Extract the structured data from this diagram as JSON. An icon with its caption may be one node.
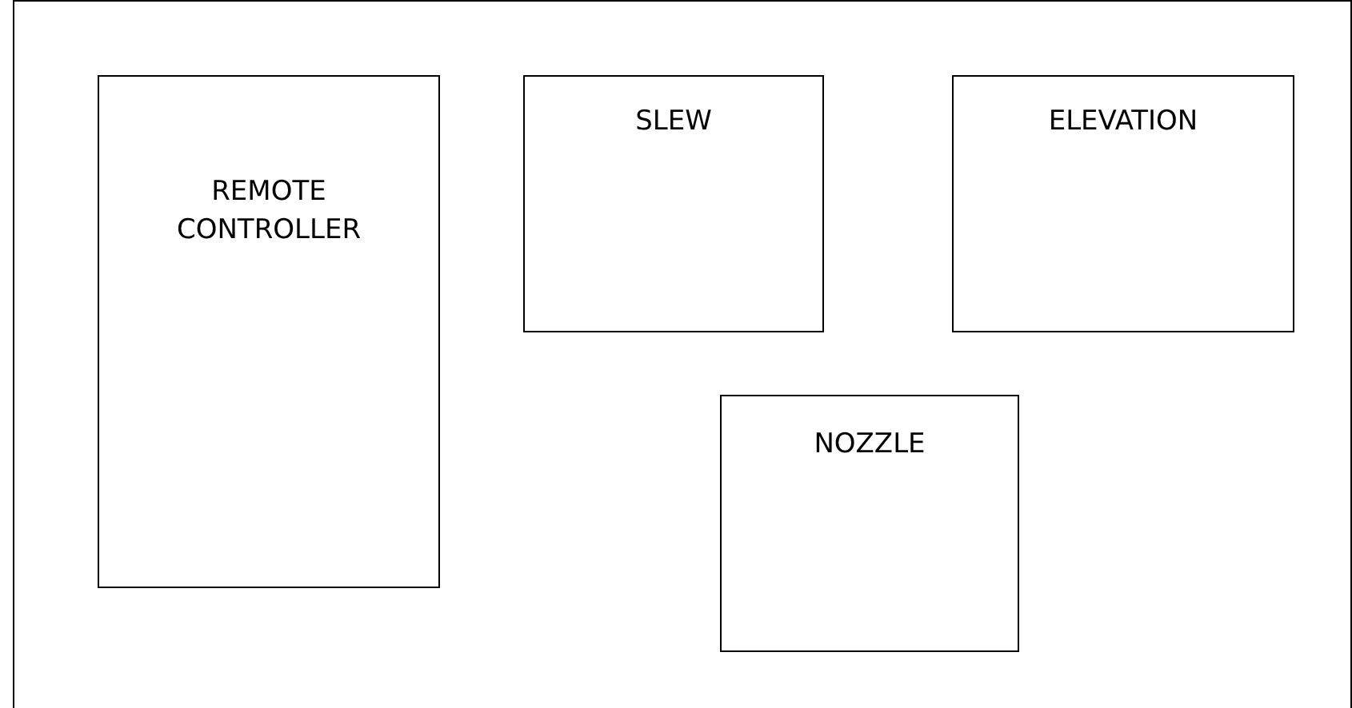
{
  "diagram": {
    "nodes": [
      {
        "text": [
          "REMOTE CONTROLLER"
        ]
      },
      {
        "text": [
          "SLEW"
        ]
      },
      {
        "text": [
          "ELEVATION"
        ]
      },
      {
        "text": [
          "NOZZLE"
        ]
      }
    ]
  }
}
